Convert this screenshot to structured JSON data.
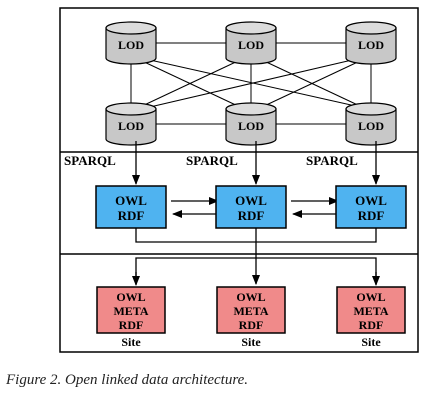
{
  "diagram": {
    "lod_label": "LOD",
    "sparql_label": "SPARQL",
    "owl_rdf": {
      "line1": "OWL",
      "line2": "RDF"
    },
    "site_node": {
      "line1": "OWL",
      "line2": "META",
      "line3": "RDF"
    },
    "site_label": "Site",
    "colors": {
      "cylinder_fill": "#c8c8c8",
      "owl_rdf_fill": "#4fb3f0",
      "site_fill": "#f08a8a",
      "stroke": "#000000"
    }
  },
  "caption": {
    "figure_number": "Figure 2.",
    "text": "Open linked data architecture."
  }
}
